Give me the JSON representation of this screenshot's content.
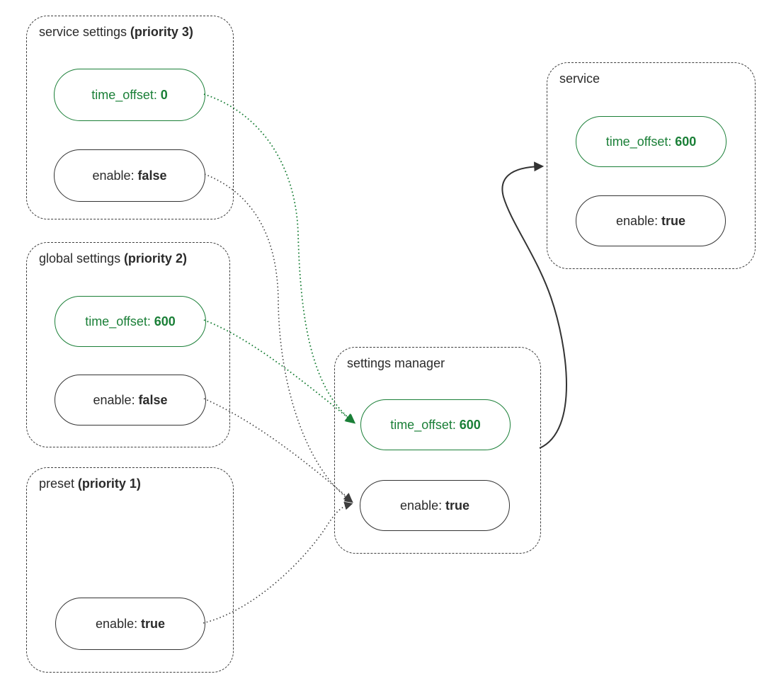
{
  "colors": {
    "accent_green": "#1a7f37",
    "text_dark": "#2b2b2b",
    "border_dark": "#3f3f3f",
    "background": "#ffffff"
  },
  "groups": [
    {
      "key": "service-settings",
      "title": "service settings",
      "title_bold": "(priority 3)",
      "nodes": [
        {
          "key": "time_offset",
          "label": "time_offset:",
          "value": "0",
          "color": "green"
        },
        {
          "key": "enable",
          "label": "enable:",
          "value": "false",
          "color": "dark"
        }
      ]
    },
    {
      "key": "global-settings",
      "title": "global settings",
      "title_bold": "(priority 2)",
      "nodes": [
        {
          "key": "time_offset",
          "label": "time_offset:",
          "value": "600",
          "color": "green"
        },
        {
          "key": "enable",
          "label": "enable:",
          "value": "false",
          "color": "dark"
        }
      ]
    },
    {
      "key": "preset",
      "title": "preset",
      "title_bold": "(priority 1)",
      "nodes": [
        {
          "key": "enable",
          "label": "enable:",
          "value": "true",
          "color": "dark"
        }
      ]
    },
    {
      "key": "settings-manager",
      "title": "settings manager",
      "title_bold": "",
      "nodes": [
        {
          "key": "time_offset",
          "label": "time_offset:",
          "value": "600",
          "color": "green"
        },
        {
          "key": "enable",
          "label": "enable:",
          "value": "true",
          "color": "dark"
        }
      ]
    },
    {
      "key": "service",
      "title": "service",
      "title_bold": "",
      "nodes": [
        {
          "key": "time_offset",
          "label": "time_offset:",
          "value": "600",
          "color": "green"
        },
        {
          "key": "enable",
          "label": "enable:",
          "value": "true",
          "color": "dark"
        }
      ]
    }
  ],
  "edges": [
    {
      "from": "service-settings.time_offset",
      "to": "settings-manager.time_offset",
      "style": "dotted",
      "color": "#1a7f37"
    },
    {
      "from": "global-settings.time_offset",
      "to": "settings-manager.time_offset",
      "style": "dotted",
      "color": "#1a7f37"
    },
    {
      "from": "service-settings.enable",
      "to": "settings-manager.enable",
      "style": "dotted",
      "color": "#3d3d3d"
    },
    {
      "from": "global-settings.enable",
      "to": "settings-manager.enable",
      "style": "dotted",
      "color": "#3d3d3d"
    },
    {
      "from": "preset.enable",
      "to": "settings-manager.enable",
      "style": "dotted",
      "color": "#3d3d3d"
    },
    {
      "from": "settings-manager",
      "to": "service",
      "style": "solid",
      "color": "#333333"
    }
  ]
}
